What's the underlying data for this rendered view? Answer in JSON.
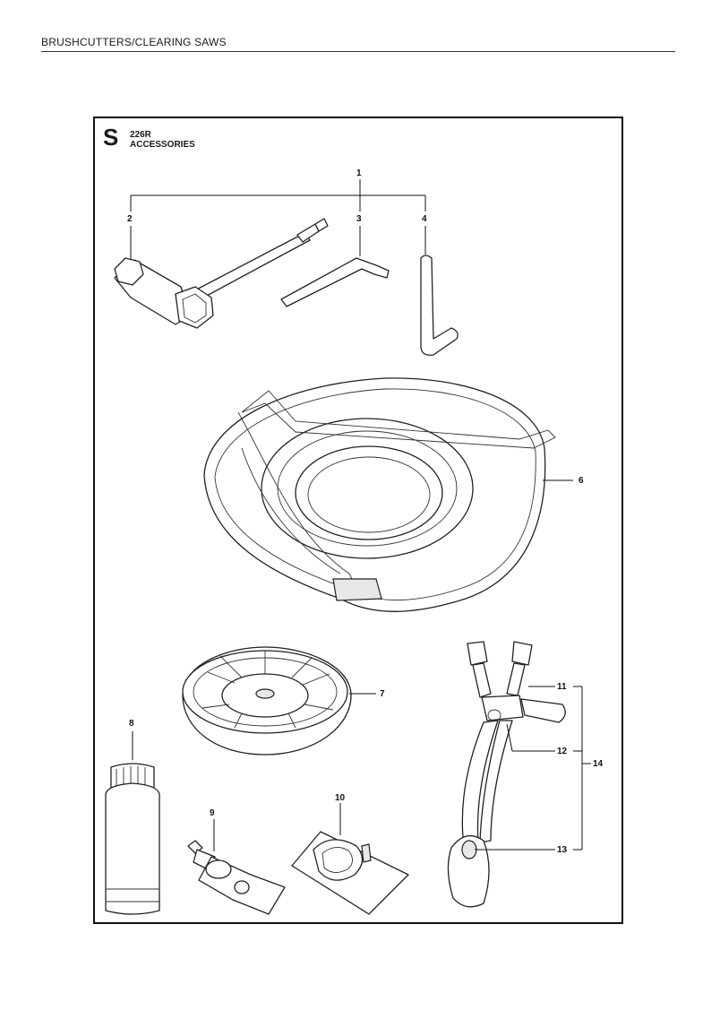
{
  "header": {
    "title": "BRUSHCUTTERS/CLEARING SAWS"
  },
  "section": {
    "letter": "S",
    "model": "226R",
    "title": "ACCESSORIES"
  },
  "callouts": {
    "p1": "1",
    "p2": "2",
    "p3": "3",
    "p4": "4",
    "p6": "6",
    "p7": "7",
    "p8": "8",
    "p9": "9",
    "p10": "10",
    "p11": "11",
    "p12": "12",
    "p13": "13",
    "p14": "14"
  }
}
